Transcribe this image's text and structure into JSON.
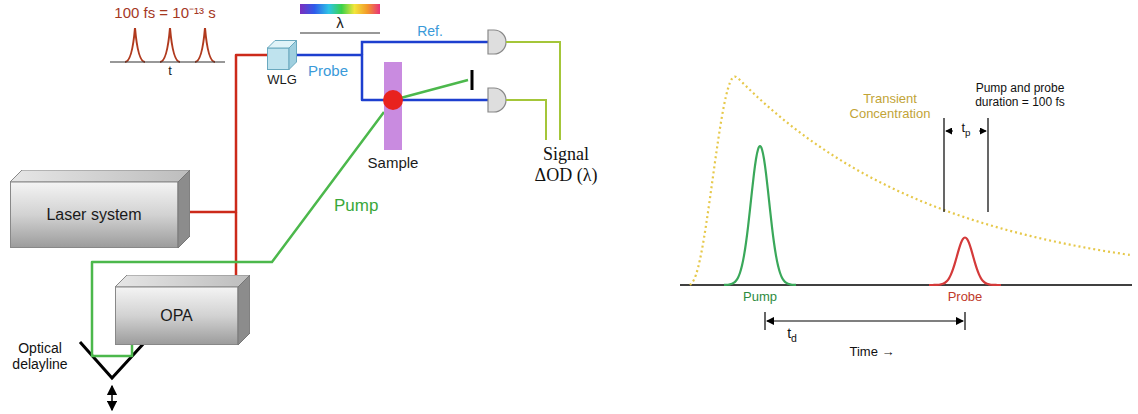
{
  "diagram": {
    "nodes": [
      {
        "text": [
          "Laser system"
        ]
      },
      {
        "text": [
          "OPA"
        ]
      },
      {
        "text": [
          "WLG"
        ]
      },
      {
        "text": [
          "Sample"
        ]
      }
    ],
    "edges": [
      {
        "from": 0,
        "to": 2,
        "arrow": "none"
      },
      {
        "from": 0,
        "to": 1,
        "arrow": "none"
      },
      {
        "from": 2,
        "to": 3,
        "label": "Probe",
        "arrow": "none"
      },
      {
        "from": 1,
        "to": 3,
        "label": "Pump",
        "arrow": "none"
      }
    ],
    "labels": [
      "100 fs = 10⁻¹³ s",
      "t",
      "λ",
      "Ref.",
      "Signal ΔOD (λ)",
      "Optical delayline",
      "Transient Concentration",
      "Pump and probe duration = 100 fs",
      "tp",
      "Pump",
      "Probe",
      "td",
      "Time →"
    ]
  }
}
